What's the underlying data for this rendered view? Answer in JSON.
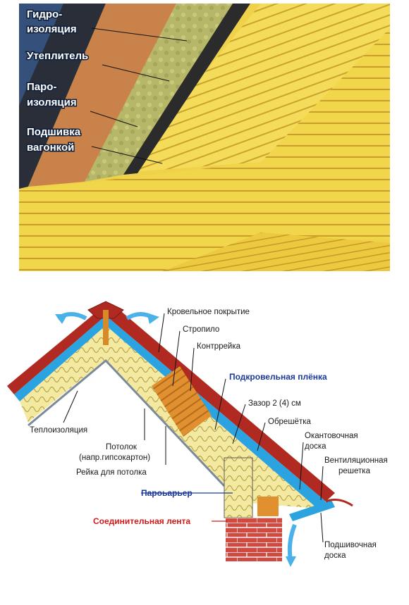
{
  "photo_labels": [
    "Гидро-",
    "изоляция",
    "Утеплитель",
    "Паро-",
    "изоляция",
    "Подшивка",
    "вагонкой"
  ],
  "diagram_labels": {
    "roofing": "Кровельное покрытие",
    "rafter": "Стропило",
    "counter_batten": "Контррейка",
    "underlay_film": "Подкровельная плёнка",
    "gap": "Зазор 2 (4) см",
    "lathing": "Обрешётка",
    "edging_board_1": "Окантовочная",
    "edging_board_2": "доска",
    "vent_grille_1": "Вентиляционная",
    "vent_grille_2": "решетка",
    "soffit_board_1": "Подшивочная",
    "soffit_board_2": "доска",
    "insulation": "Теплоизоляция",
    "ceiling_1": "Потолок",
    "ceiling_2": "(напр.гипсокартон)",
    "ceiling_batten": "Рейка для потолка",
    "vapor_barrier": "Пароьарьер",
    "connecting_tape": "Соединительная лента"
  },
  "colors": {
    "wood_light": "#f2d64a",
    "wood_dark": "#c9a42a",
    "insulation": "#c9c96a",
    "membrane_blue": "#2aa3e0",
    "roof_tile": "#b02a22",
    "brick": "#c8463f",
    "label_blue": "#1b3a9a",
    "label_red": "#d01a1a"
  }
}
